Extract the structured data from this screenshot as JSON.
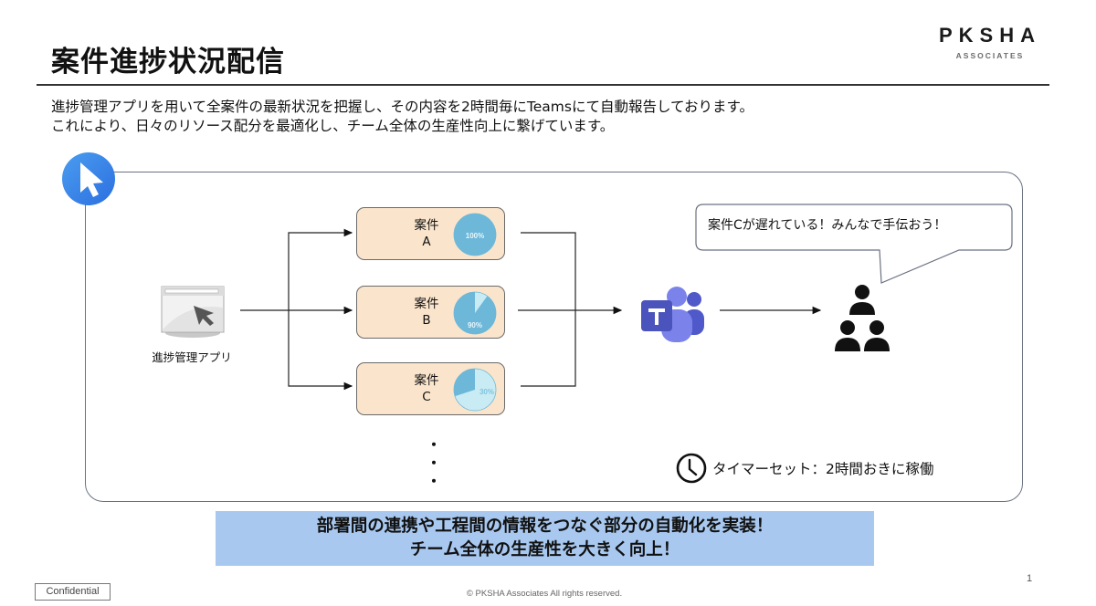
{
  "header": {
    "title": "案件進捗状況配信",
    "logo_main": "PKSHA",
    "logo_sub": "ASSOCIATES"
  },
  "description": {
    "line1": "進捗管理アプリを用いて全案件の最新状況を把握し、その内容を2時間毎にTeamsにて自動報告しております。",
    "line2": "これにより、日々のリソース配分を最適化し、チーム全体の生産性向上に繋げています。"
  },
  "diagram": {
    "badge_icon": "cursor-arrow-icon",
    "source_app": {
      "label": "進捗管理アプリ",
      "icon": "browser-window-cursor-icon"
    },
    "tasks": [
      {
        "name_line1": "案件",
        "name_line2": "A",
        "progress_percent": 100,
        "progress_label": "100%"
      },
      {
        "name_line1": "案件",
        "name_line2": "B",
        "progress_percent": 90,
        "progress_label": "90%"
      },
      {
        "name_line1": "案件",
        "name_line2": "C",
        "progress_percent": 30,
        "progress_label": "30%"
      }
    ],
    "continuation": "・\n・\n・",
    "destination_icon": "microsoft-teams-icon",
    "audience_icon": "team-people-icon",
    "speech_bubble": "案件Cが遅れている！みんなで手伝おう！",
    "timer": {
      "icon": "clock-icon",
      "text": "タイマーセット：2時間おきに稼働"
    },
    "colors": {
      "task_fill": "#fae5cc",
      "pie_done": "#6db7d9",
      "pie_remaining": "#c9ebf4",
      "teams_primary": "#5059c9",
      "teams_secondary": "#7b83eb",
      "badge_blue": "#3585ea"
    }
  },
  "callout": {
    "line1": "部署間の連携や工程間の情報をつなぐ部分の自動化を実装！",
    "line2": "チーム全体の生産性を大きく向上！"
  },
  "footer": {
    "confidential": "Confidential",
    "copyright": "© PKSHA Associates All rights reserved.",
    "page_number": "1"
  }
}
